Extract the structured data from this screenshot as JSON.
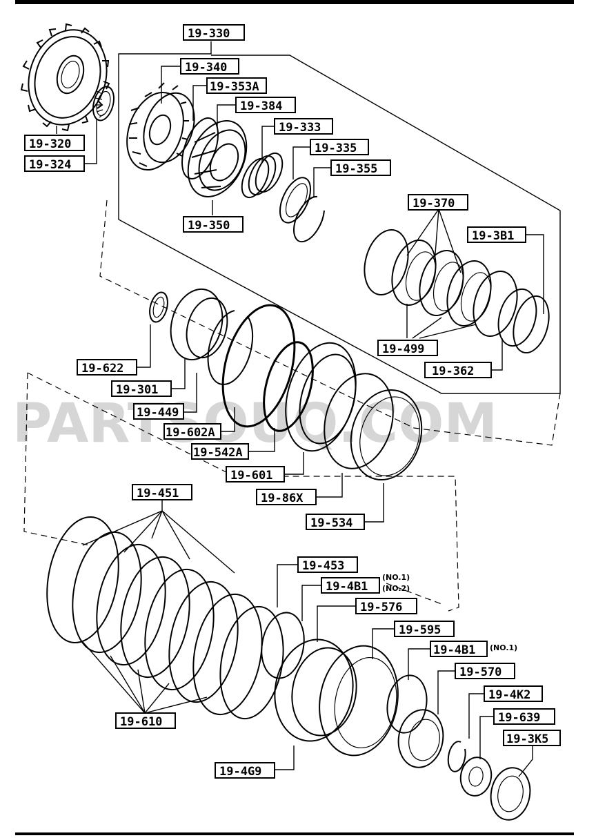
{
  "watermark": "PARTSOUQ.COM",
  "callouts": {
    "c19_330": "19-330",
    "c19_340": "19-340",
    "c19_353A": "19-353A",
    "c19_384": "19-384",
    "c19_333": "19-333",
    "c19_335": "19-335",
    "c19_355": "19-355",
    "c19_320": "19-320",
    "c19_324": "19-324",
    "c19_350": "19-350",
    "c19_370": "19-370",
    "c19_3B1": "19-3B1",
    "c19_499": "19-499",
    "c19_362": "19-362",
    "c19_622": "19-622",
    "c19_301": "19-301",
    "c19_449": "19-449",
    "c19_602A": "19-602A",
    "c19_542A": "19-542A",
    "c19_601": "19-601",
    "c19_86X": "19-86X",
    "c19_534": "19-534",
    "c19_451": "19-451",
    "c19_453": "19-453",
    "c19_4B1a": "19-4B1",
    "c19_576": "19-576",
    "c19_595": "19-595",
    "c19_4B1b": "19-4B1",
    "c19_570": "19-570",
    "c19_4K2": "19-4K2",
    "c19_639": "19-639",
    "c19_3K5": "19-3K5",
    "c19_610": "19-610",
    "c19_4G9": "19-4G9"
  },
  "notes": {
    "no1_a": "(NO.1)",
    "no2": "(NO.2)",
    "no1_b": "(NO.1)"
  }
}
